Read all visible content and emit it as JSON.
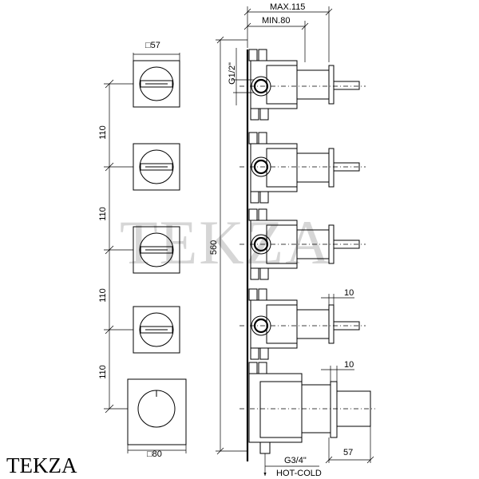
{
  "brand": {
    "watermark": "TEKZA",
    "logo": "TEKZA"
  },
  "front_view": {
    "top_plate_label": "□57",
    "bottom_plate_label": "□80",
    "spacing_labels": [
      "110",
      "110",
      "110",
      "110"
    ]
  },
  "side_view": {
    "max_depth_label": "MAX.115",
    "min_depth_label": "MIN.80",
    "inlet_thread_label": "G1/2\"",
    "total_height_label": "560",
    "handle_width_labels": [
      "10",
      "10"
    ],
    "bottom_depth_label": "57",
    "supply_thread_label": "G3/4\"",
    "supply_note_label": "HOT-COLD"
  }
}
